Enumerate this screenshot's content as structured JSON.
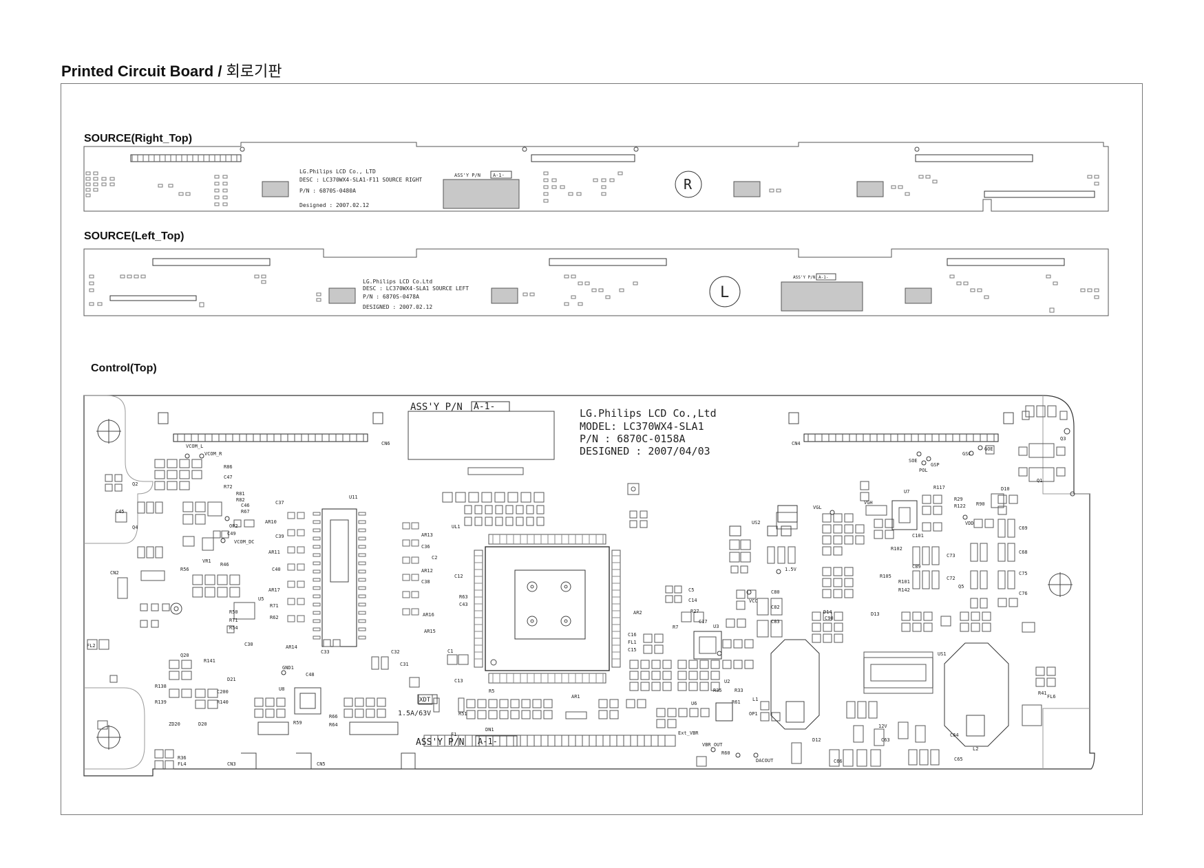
{
  "page": {
    "title": "Printed Circuit Board /",
    "title_ko": "회로기판"
  },
  "sections": {
    "right_top": {
      "label": "SOURCE(Right_Top)"
    },
    "left_top": {
      "label": "SOURCE(Left_Top)"
    },
    "control_top": {
      "label": "Control(Top)"
    }
  },
  "boards": {
    "right": {
      "company": "LG.Philips LCD Co., LTD",
      "desc": "DESC : LC370WX4-SLA1-F11 SOURCE RIGHT",
      "pn": "P/N : 6870S-0480A",
      "designed": "Designed : 2007.02.12",
      "assy": "ASS'Y P/N",
      "assy_box": "A-1-",
      "marker": "R"
    },
    "left": {
      "company": "LG.Philips LCD Co.Ltd",
      "desc": "DESC : LC370WX4-SLA1 SOURCE LEFT",
      "pn": "P/N : 6870S-0478A",
      "designed": "DESIGNED : 2007.02.12",
      "assy": "ASS'Y P/N",
      "assy_box": "A-1-",
      "marker": "L"
    },
    "control": {
      "assy": "ASS'Y P/N",
      "assy_box": "A-1-",
      "company": "LG.Philips LCD Co.,Ltd",
      "model": "MODEL: LC370WX4-SLA1",
      "pn": "P/N : 6870C-0158A",
      "designed": "DESIGNED : 2007/04/03",
      "assy_bottom": "ASS'Y P/N",
      "assy_bottom_box": "A-1-",
      "xdt": "XDT",
      "fuse_rating": "1.5A/63V",
      "labels": {
        "cn6": "CN6",
        "cn4": "CN4",
        "cn2": "CN2",
        "cn3": "CN3",
        "cn5": "CN5",
        "u11": "U11",
        "ul1": "UL1",
        "us1": "US1",
        "us2": "US2",
        "u3": "U3",
        "u5": "U5",
        "u6": "U6",
        "u7": "U7",
        "u8": "U8",
        "l1": "L1",
        "l2": "L2",
        "q1": "Q1",
        "q2": "Q2",
        "q3": "Q3",
        "q4": "Q4",
        "q5": "Q5",
        "fl2": "FL2",
        "fl4": "FL4",
        "fl6": "FL6",
        "vr1": "VR1",
        "op1": "OP1",
        "op2": "OP2",
        "vcom_l": "VCOM_L",
        "vcom_r": "VCOM_R",
        "vcom_dc": "VCOM_DC",
        "vgl": "VGL",
        "vgh": "VGH",
        "vdd": "VDD",
        "vcc": "VCC",
        "v15": "1.5V",
        "soe": "SOE",
        "gsp": "GSP",
        "gsc": "GSC",
        "goe": "GOE",
        "pol": "POL",
        "ext_vbr": "Ext_VBR",
        "vbr_out": "VBR_OUT",
        "dacout": "DACOUT",
        "gnd1": "GND1",
        "c64": "C64",
        "c65": "C65",
        "c66": "C66",
        "c101": "C101",
        "c69": "C69",
        "c68": "C68",
        "c73": "C73",
        "c72": "C72",
        "c75": "C75",
        "c76": "C76",
        "r36": "R36",
        "r41": "R41",
        "r90": "R90",
        "r117": "R117",
        "r138": "R138",
        "r139": "R139",
        "r140": "R140",
        "c200": "C200",
        "zd20": "ZD20",
        "d20": "D20",
        "d21": "D21",
        "q20": "Q20",
        "r141": "R141",
        "ar1": "AR1",
        "ar2": "AR2",
        "ar10": "AR10",
        "ar11": "AR11",
        "ar12": "AR12",
        "ar13": "AR13",
        "ar14": "AR14",
        "ar15": "AR15",
        "ar16": "AR16",
        "ar17": "AR17",
        "c33": "C33",
        "c32": "C32",
        "c31": "C31",
        "c1": "C1",
        "c2": "C2",
        "c12": "C12",
        "c13": "C13",
        "c36": "C36",
        "c37": "C37",
        "c38": "C38",
        "c39": "C39",
        "c40": "C40",
        "c43": "C43",
        "c45": "C45",
        "c47": "C47",
        "c48": "C48",
        "c49": "C49",
        "c30": "C30",
        "c5": "C5",
        "c14": "C14",
        "c15": "C15",
        "c16": "C16",
        "c17": "C17",
        "fl1": "FL1",
        "r27": "R27",
        "r7": "R7",
        "c80": "C80",
        "c82": "C82",
        "c83": "C83",
        "c89": "C89",
        "c90": "C90",
        "d13": "D13",
        "d14": "D14",
        "r101": "R101",
        "r102": "R102",
        "r105": "R105",
        "r142": "R142",
        "r122": "R122",
        "r29": "R29",
        "d10": "D10",
        "f1": "F1",
        "dn1": "DN1",
        "r51": "R51",
        "r5": "R5",
        "r56": "R56",
        "r46": "R46",
        "r71": "R71",
        "r62": "R62",
        "r54": "R54",
        "r50": "R50",
        "rt1": "RT1",
        "r63": "R63",
        "r86": "R86",
        "r72": "R72",
        "r81": "R81",
        "r82": "R82",
        "c46": "C46",
        "r67": "R67",
        "r59": "R59",
        "r64": "R64",
        "r66": "R66",
        "r60": "R60",
        "r61": "R61",
        "r33": "R33",
        "r35": "R35",
        "u2": "U2",
        "l12v": "12V",
        "c63": "C63",
        "d12": "D12"
      }
    }
  }
}
